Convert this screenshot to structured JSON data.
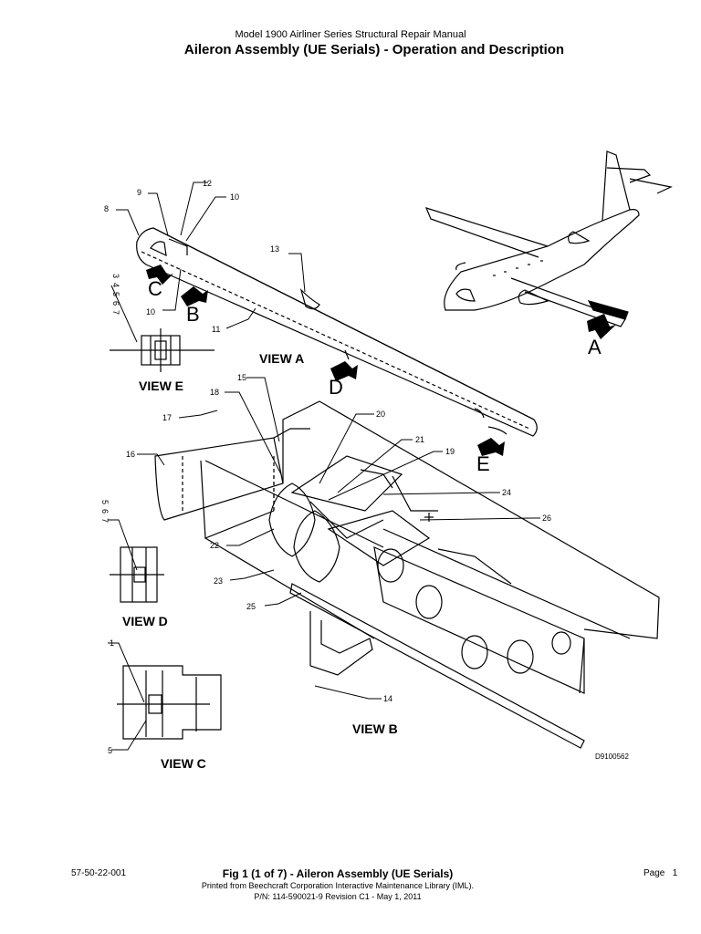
{
  "header": {
    "manual": "Model 1900 Airliner Series Structural Repair Manual",
    "title": "Aileron Assembly (UE Serials) - Operation and Description"
  },
  "drawing": {
    "drawing_id": "D9100562",
    "views": {
      "a": "VIEW A",
      "b": "VIEW B",
      "c": "VIEW C",
      "d": "VIEW D",
      "e": "VIEW E"
    },
    "arrows": {
      "a": "A",
      "b": "B",
      "c": "C",
      "d": "D",
      "e": "E"
    },
    "callouts": {
      "c1": "1",
      "c3": "3",
      "c4": "4",
      "c5": "5",
      "c6": "6",
      "c7": "7",
      "c8": "8",
      "c9": "9",
      "c10": "10",
      "c11": "11",
      "c12": "12",
      "c13": "13",
      "c14": "14",
      "c15": "15",
      "c16": "16",
      "c17": "17",
      "c18": "18",
      "c19": "19",
      "c20": "20",
      "c21": "21",
      "c22": "22",
      "c23": "23",
      "c24": "24",
      "c25": "25",
      "c26": "26",
      "stack_e": [
        "3",
        "4",
        "5",
        "6",
        "7"
      ],
      "stack_d": [
        "5",
        "6",
        "7"
      ]
    }
  },
  "footer": {
    "doc_number": "57-50-22-001",
    "fig_ref": "Fig 1 (1 of 7)",
    "fig_title": "- Aileron Assembly (UE Serials)",
    "page_label": "Page",
    "page_number": "1",
    "printed_from": "Printed from Beechcraft Corporation Interactive Maintenance Library (IML).",
    "pn": "P/N: 114-590021-9 Revision C1 - May 1, 2011"
  }
}
